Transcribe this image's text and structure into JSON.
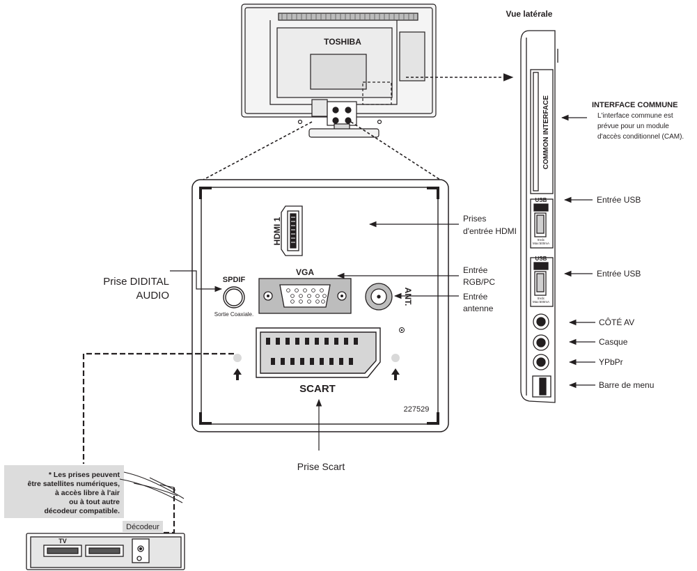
{
  "brand": "TOSHIBA",
  "side_view": {
    "title": "Vue latérale",
    "ci_slot_text": "COMMON INTERFACE",
    "usb_badge": "USB",
    "usb_spec_1": "5Vdc",
    "usb_spec_2": "Max:500mA",
    "common_interface": {
      "title": "INTERFACE COMMUNE",
      "desc_1": "L'interface commune est",
      "desc_2": "prévue pour un module",
      "desc_3": "d'accès conditionnel (CAM)."
    },
    "usb_input_1": "Entrée USB",
    "usb_input_2": "Entrée USB",
    "side_av": "CÔTÉ AV",
    "headphone": "Casque",
    "ypbpr": "YPbPr",
    "menu_bar": "Barre de menu"
  },
  "rear_panel": {
    "hdmi_label": "HDMI 1",
    "hdmi_callout_1": "Prises",
    "hdmi_callout_2": "d'entrée HDMI",
    "vga_label": "VGA",
    "vga_callout_1": "Entrée",
    "vga_callout_2": "RGB/PC",
    "ant_label": "ANT.",
    "ant_callout_1": "Entrée",
    "ant_callout_2": "antenne",
    "spdif_label": "SPDIF",
    "spdif_sub": "Sortie Coaxiale.",
    "digital_audio_1": "Prise DIDITAL",
    "digital_audio_2": "AUDIO",
    "scart_label": "SCART",
    "scart_callout": "Prise Scart",
    "part_no": "227529"
  },
  "note": {
    "line1": "* Les prises peuvent",
    "line2": "être satellites numériques,",
    "line3": "à accès libre à l'air",
    "line4": "ou à tout autre",
    "line5": "décodeur compatible."
  },
  "decoder": {
    "label": "Décodeur",
    "tv_label": "TV"
  }
}
